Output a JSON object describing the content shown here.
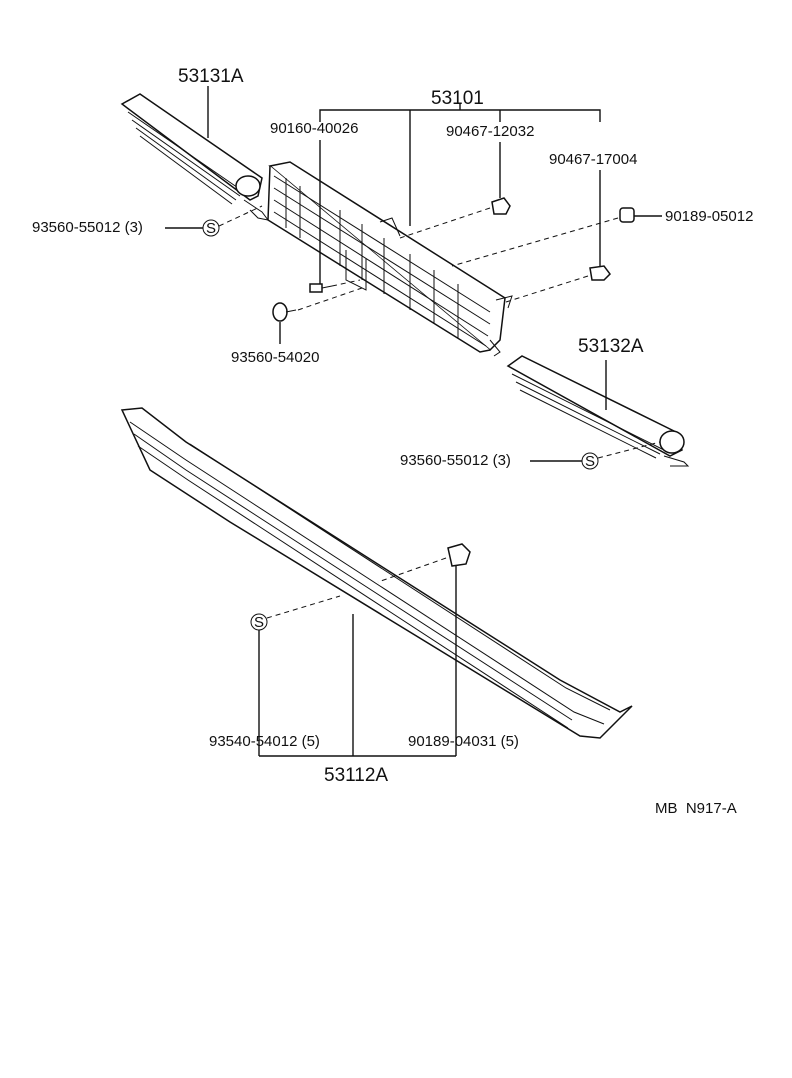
{
  "diagram": {
    "labels": {
      "p53131A": "53131A",
      "p53101": "53101",
      "p90160": "90160-40026",
      "p90467_12032": "90467-12032",
      "p90467_17004": "90467-17004",
      "p90189_05012": "90189-05012",
      "p93560_left": "93560-55012 (3)",
      "p93560_54020": "93560-54020",
      "p53132A": "53132A",
      "p93560_right": "93560-55012 (3)",
      "p93540": "93540-54012 (5)",
      "p90189_04031": "90189-04031 (5)",
      "p53112A": "53112A",
      "code": "MB  N917-A"
    },
    "clip_symbol": "S"
  }
}
